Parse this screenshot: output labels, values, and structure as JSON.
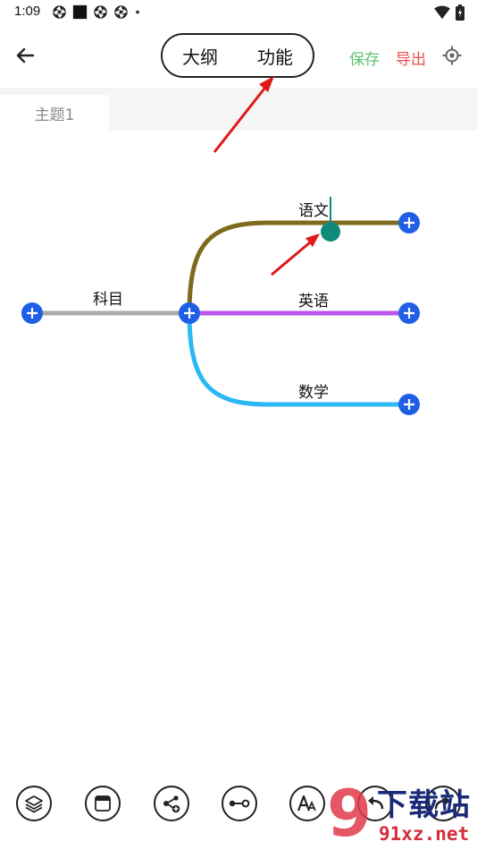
{
  "status_bar": {
    "time": "1:09"
  },
  "toolbar": {
    "segments": [
      "大纲",
      "功能"
    ],
    "save_label": "保存",
    "export_label": "导出"
  },
  "tabs": [
    {
      "label": "主题1"
    }
  ],
  "mindmap": {
    "root": {
      "label": "科目",
      "color": "#aaaaaa"
    },
    "children": [
      {
        "label": "语文",
        "color": "#7d6a1e"
      },
      {
        "label": "英语",
        "color": "#bb55ee"
      },
      {
        "label": "数学",
        "color": "#2bb8f4"
      }
    ],
    "node_button_color": "#1f5fe6",
    "drag_handle_color": "#0e8a78",
    "annotation_arrow_color": "#e01818"
  },
  "bottom_toolbar": {
    "tools": [
      "layers-icon",
      "window-icon",
      "add-child-node-icon",
      "connect-line-icon",
      "font-size-icon",
      "undo-icon",
      "redo-icon"
    ]
  },
  "watermark": {
    "brand": "下载站",
    "domain": "91xz.net",
    "logo_digit": "9"
  }
}
